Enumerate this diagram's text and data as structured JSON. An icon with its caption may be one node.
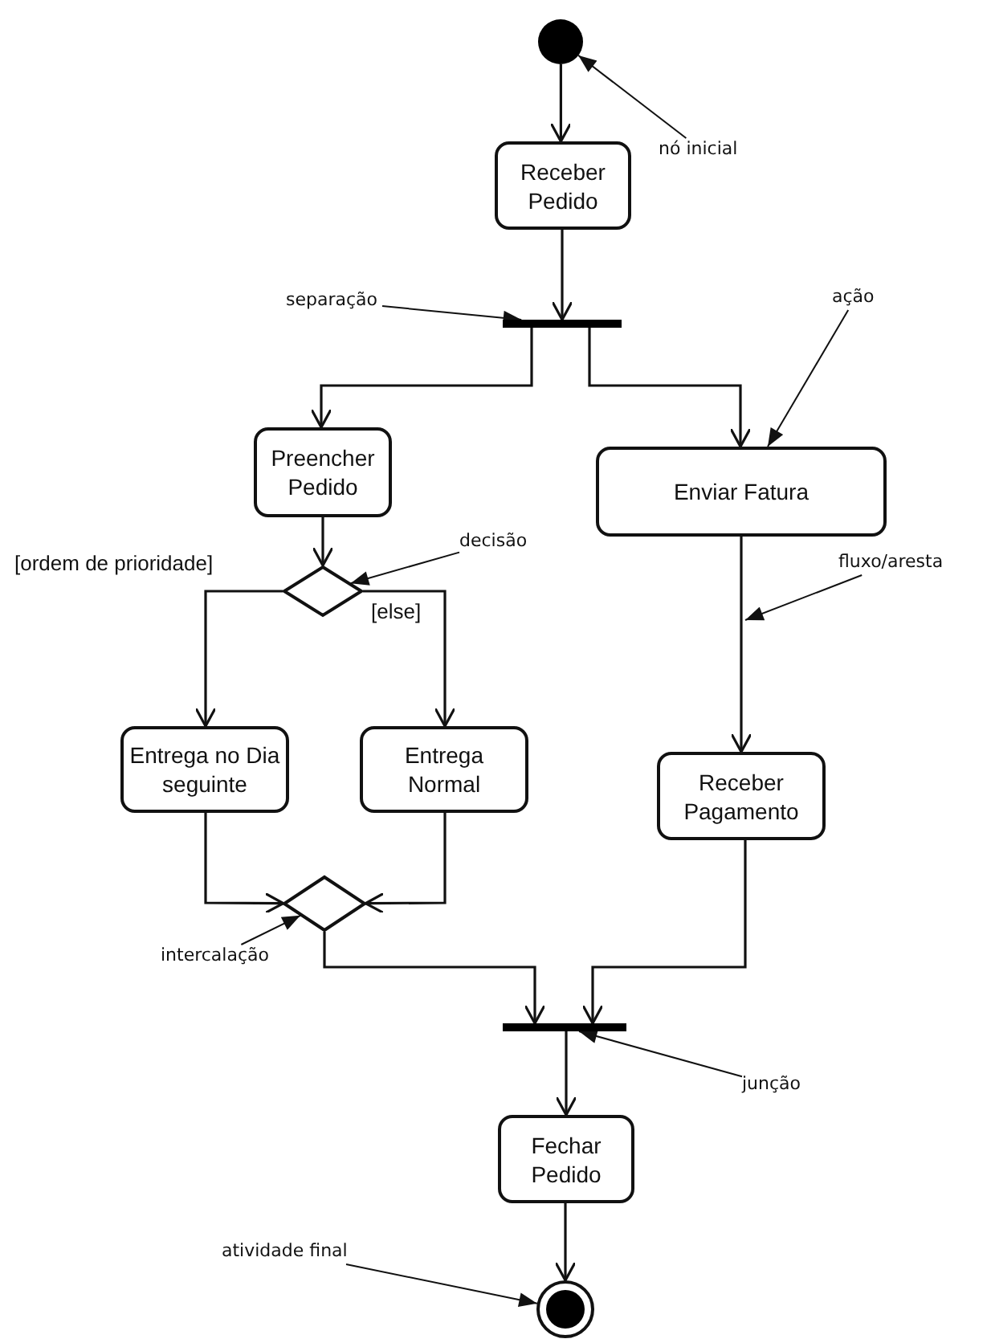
{
  "diagram": {
    "nodes": [
      {
        "text": [],
        "shape": "circle"
      },
      {
        "text": [
          "Receber Pedido"
        ]
      },
      {
        "text": [],
        "shape": "bar"
      },
      {
        "text": [
          "Preencher Pedido"
        ]
      },
      {
        "text": [
          "Enviar Fatura"
        ]
      },
      {
        "text": [],
        "shape": "diamond"
      },
      {
        "text": [
          "Entrega no Dia seguinte"
        ]
      },
      {
        "text": [
          "Entrega Normal"
        ]
      },
      {
        "text": [
          "Receber Pagamento"
        ]
      },
      {
        "text": [],
        "shape": "diamond"
      },
      {
        "text": [],
        "shape": "bar"
      },
      {
        "text": [
          "Fechar Pedido"
        ]
      },
      {
        "text": [],
        "shape": "circle"
      },
      {
        "text": [
          "nó inicial"
        ]
      },
      {
        "text": [
          "separação"
        ]
      },
      {
        "text": [
          "ação"
        ]
      },
      {
        "text": [
          "decisão"
        ]
      },
      {
        "text": [
          "fluxo/aresta"
        ]
      },
      {
        "text": [
          "intercalação"
        ]
      },
      {
        "text": [
          "junção"
        ]
      },
      {
        "text": [
          "atividade final"
        ]
      }
    ],
    "edges": [
      {
        "from": 0,
        "to": 1,
        "arrow": "to"
      },
      {
        "from": 1,
        "to": 2,
        "arrow": "to"
      },
      {
        "from": 2,
        "to": 3,
        "arrow": "to"
      },
      {
        "from": 2,
        "to": 4,
        "arrow": "to"
      },
      {
        "from": 3,
        "to": 5,
        "arrow": "to"
      },
      {
        "from": 5,
        "to": 6,
        "arrow": "to",
        "label": "[ordem de prioridade]"
      },
      {
        "from": 5,
        "to": 7,
        "arrow": "to",
        "label": "[else]"
      },
      {
        "from": 6,
        "to": 9,
        "arrow": "to"
      },
      {
        "from": 7,
        "to": 9,
        "arrow": "to"
      },
      {
        "from": 4,
        "to": 8,
        "arrow": "to"
      },
      {
        "from": 9,
        "to": 10,
        "arrow": "to"
      },
      {
        "from": 8,
        "to": 10,
        "arrow": "to"
      },
      {
        "from": 10,
        "to": 11,
        "arrow": "to"
      },
      {
        "from": 11,
        "to": 12,
        "arrow": "to"
      },
      {
        "from": 13,
        "to": 0,
        "arrow": "to"
      },
      {
        "from": 14,
        "to": 2,
        "arrow": "to"
      },
      {
        "from": 15,
        "to": 4,
        "arrow": "to"
      },
      {
        "from": 16,
        "to": 5,
        "arrow": "to"
      },
      {
        "from": 17,
        "to": null,
        "arrow": "to"
      },
      {
        "from": 18,
        "to": 9,
        "arrow": "to"
      },
      {
        "from": 19,
        "to": 10,
        "arrow": "to"
      },
      {
        "from": 20,
        "to": 12,
        "arrow": "to"
      }
    ]
  }
}
